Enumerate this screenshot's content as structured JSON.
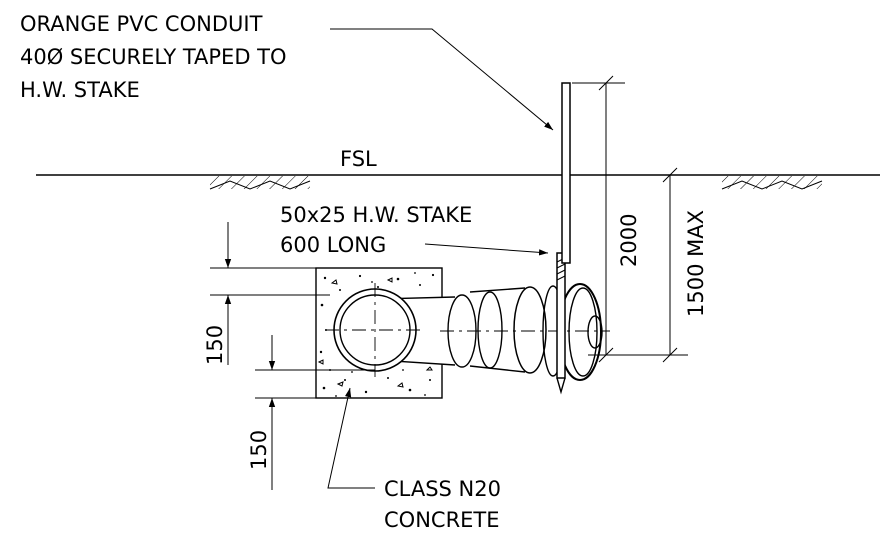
{
  "labels": {
    "conduit_line1": "ORANGE PVC CONDUIT",
    "conduit_line2": "40Ø SECURELY TAPED TO",
    "conduit_line3": "H.W. STAKE",
    "fsl": "FSL",
    "stake_line1": "50x25 H.W. STAKE",
    "stake_line2": "600 LONG",
    "concrete_line1": "CLASS N20",
    "concrete_line2": "CONCRETE"
  },
  "dimensions": {
    "overall_height": "2000",
    "depth_max": "1500 MAX",
    "cover_top": "150",
    "cover_bottom": "150"
  }
}
